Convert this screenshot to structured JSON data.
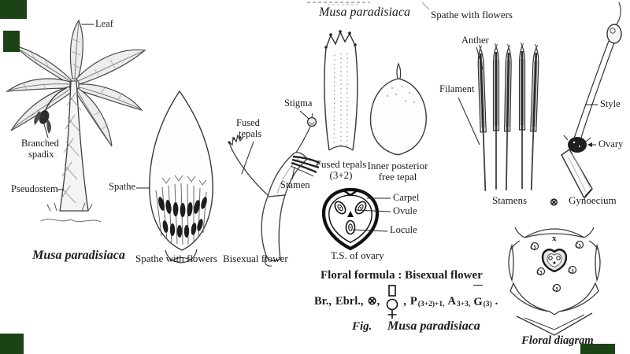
{
  "palette": {
    "ink": "#1c1c1c",
    "corner_marker_green": "#1c4316",
    "paper": "#ffffff"
  },
  "plant": {
    "caption": "Musa paradisiaca",
    "leaf": "Leaf",
    "branched_spadix_line1": "Branched",
    "branched_spadix_line2": "spadix",
    "pseudostem": "Pseudostem"
  },
  "spathe_fig": {
    "label": "Spathe",
    "caption": "Spathe with flowers"
  },
  "flower_fig": {
    "fused_line1": "Fused",
    "fused_line2": "tepals",
    "stigma": "Stigma",
    "stamen": "Stamen",
    "caption": "Bisexual flower"
  },
  "center_fig": {
    "header": "Musa paradisiaca",
    "fused_caption_line1": "Fused tepals",
    "fused_caption_line2": "(3+2)",
    "inner_caption_line1": "Inner posterior",
    "inner_caption_line2": "free tepal"
  },
  "ovary_ts": {
    "carpel": "Carpel",
    "ovule": "Ovule",
    "locule": "Locule",
    "caption": "T.S. of ovary"
  },
  "stamens_fig": {
    "spathe_label": "Spathe with flowers",
    "anther": "Anther",
    "filament": "Filament",
    "caption": "Stamens",
    "oplus": "⊗"
  },
  "gynoecium_fig": {
    "style": "Style",
    "ovary": "Ovary",
    "caption": "Gynoecium"
  },
  "floral_diagram": {
    "x_mark": "x",
    "caption": "Floral diagram"
  },
  "formula": {
    "heading": "Floral formula : Bisexual flower",
    "br": "Br.,",
    "ebrl": "Ebrl.,",
    "oplus": "⊗,",
    "sym_sep": ",",
    "p": "P",
    "p_sub": "(3+2)+1,",
    "a": "A",
    "a_sub": "3+3,",
    "g": "G",
    "g_sub": "(3)",
    "end": ".",
    "fig_prefix": "Fig.",
    "fig_species": "Musa paradisiaca"
  }
}
